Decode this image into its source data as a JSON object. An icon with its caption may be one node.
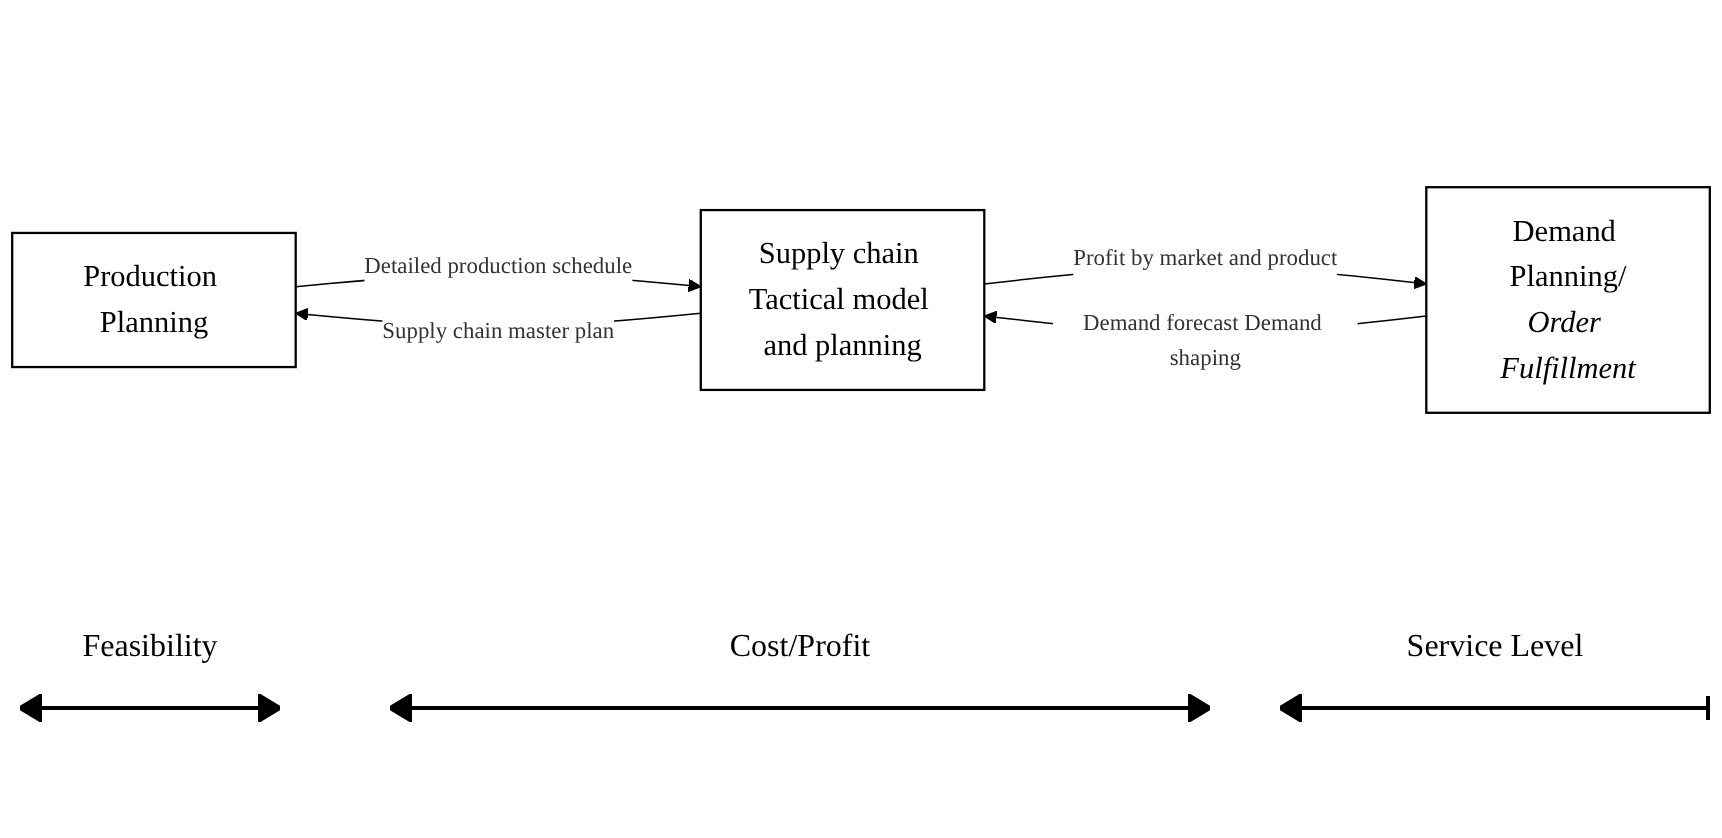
{
  "diagram": {
    "nodes": [
      {
        "text": [
          "Production Planning"
        ]
      },
      {
        "text": [
          "Supply chain Tactical model and planning"
        ]
      },
      {
        "text": [
          "Demand Planning/",
          "Order Fulfillment"
        ]
      }
    ],
    "edges": [
      {
        "from": 0,
        "to": 1,
        "arrow": "to",
        "label": "Detailed production schedule"
      },
      {
        "from": 1,
        "to": 0,
        "arrow": "to",
        "label": "Supply chain master plan"
      },
      {
        "from": 1,
        "to": 2,
        "arrow": "to",
        "label": "Profit by market and product"
      },
      {
        "from": 2,
        "to": 1,
        "arrow": "to",
        "label": "Demand forecast Demand shaping"
      }
    ],
    "labels": [
      "Feasibility",
      "Cost/Profit",
      "Service Level"
    ]
  }
}
